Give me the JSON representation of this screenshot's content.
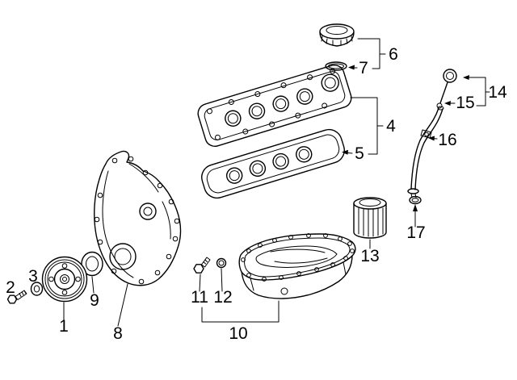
{
  "colors": {
    "background": "#ffffff",
    "line": "#000000",
    "label_text": "#000000"
  },
  "figure": {
    "callouts": [
      "1",
      "2",
      "3",
      "4",
      "5",
      "6",
      "7",
      "8",
      "9",
      "10",
      "11",
      "12",
      "13",
      "14",
      "15",
      "16",
      "17"
    ]
  }
}
